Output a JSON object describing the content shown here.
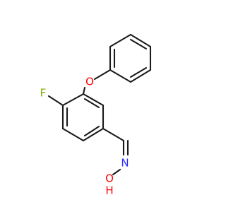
{
  "molecule": {
    "atoms": {
      "fluorine": {
        "symbol": "F",
        "color": "#7fb000"
      },
      "ether_oxygen": {
        "symbol": "O",
        "color": "#ff0000"
      },
      "oxime_nitrogen": {
        "symbol": "N",
        "color": "#2a2aff"
      },
      "hydroxyl_oxygen": {
        "symbol": "O",
        "color": "#ff0000"
      },
      "hydroxyl_hydrogen": {
        "symbol": "H",
        "color": "#ff0000"
      }
    }
  }
}
